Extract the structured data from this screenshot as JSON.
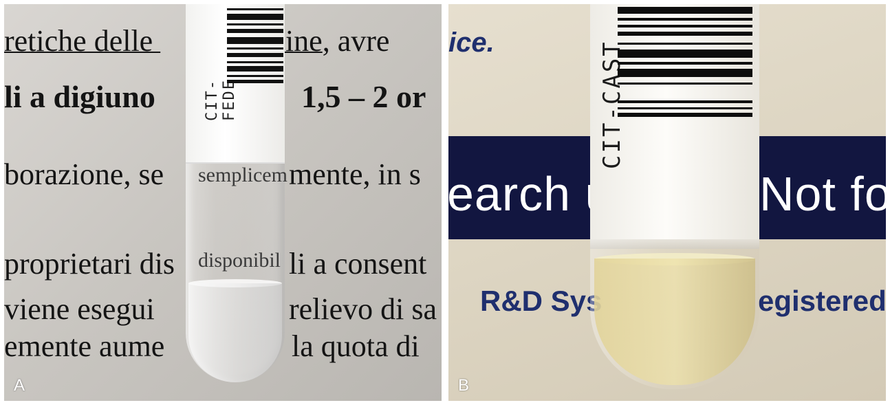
{
  "panel_a": {
    "letter": "A",
    "lines": {
      "l1_pre": "retiche delle ",
      "l1_mid": "teine",
      "l1_post": ", avre",
      "l2_left": "li a digiuno",
      "l2_right": "1,5 – 2 or",
      "l3_left": "borazione, se",
      "l3_mid": "semplicem",
      "l3_right": "mente, in s",
      "l4_left": "proprietari dis",
      "l4_mid": "disponibil",
      "l4_right": "li a consent",
      "l5_left": "viene esegui",
      "l5_right": "relievo di sa",
      "l6_left": "emente aume",
      "l6_right": "la quota di"
    },
    "tube_label": "CIT-FEDE"
  },
  "panel_b": {
    "letter": "B",
    "top_text": "ice.",
    "band_left": "earch u",
    "band_right": "Not for",
    "bottom_left": "R&D Sys",
    "bottom_right": "egistered",
    "tube_label": "CIT-CAST"
  },
  "colors": {
    "band": "#121640",
    "brand_text": "#1f2f6e",
    "liquid_b": "#e6d8a0"
  }
}
